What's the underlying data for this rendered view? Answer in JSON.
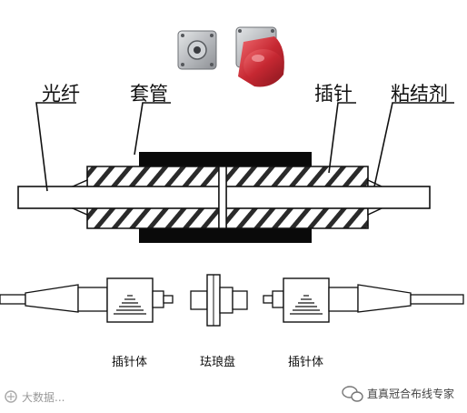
{
  "labels": {
    "fiber": "光纤",
    "sleeve": "套管",
    "ferrule": "插针",
    "adhesive": "粘结剂",
    "ferrule_body_left": "插针体",
    "flange": "珐琅盘",
    "ferrule_body_right": "插针体"
  },
  "watermarks": {
    "left": "大数据...",
    "right": "直真冠合布线专家"
  },
  "colors": {
    "line": "#111111",
    "hatch": "#222222",
    "sleeve": "#0a0a0a",
    "connector_red": "#c62832",
    "metal": "#b9bcc0"
  },
  "icons": {
    "photo_adapter": "fc-adapter-photo",
    "watermark_left": "logo-icon",
    "watermark_right": "wechat-icon"
  }
}
